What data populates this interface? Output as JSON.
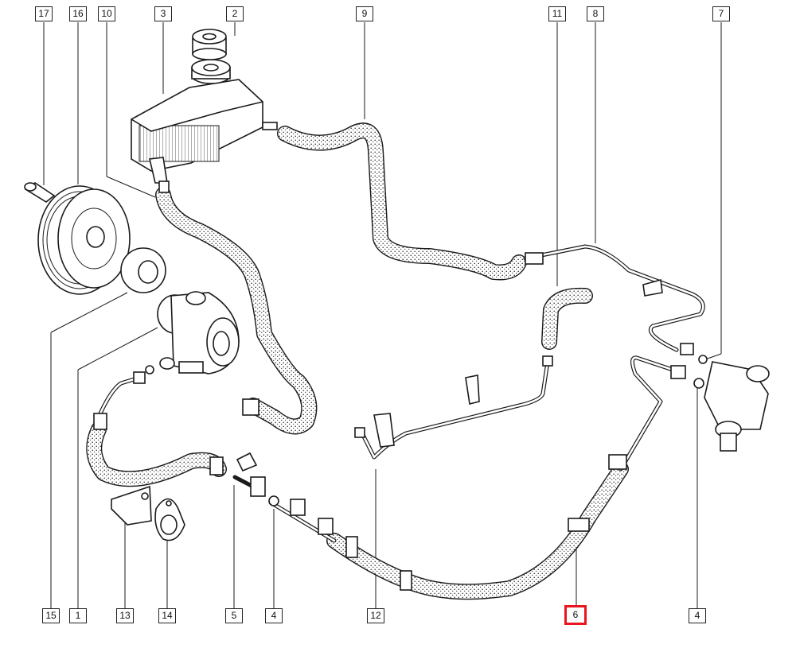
{
  "labels": {
    "l17": "17",
    "l16": "16",
    "l10": "10",
    "l3": "3",
    "l2": "2",
    "l9": "9",
    "l11": "11",
    "l8": "8",
    "l7": "7",
    "l15": "15",
    "l1": "1",
    "l13": "13",
    "l14": "14",
    "l5": "5",
    "l4a": "4",
    "l12": "12",
    "l6": "6",
    "l4b": "4"
  },
  "colors": {
    "highlight": "#e8141e",
    "line": "#1a1a1a",
    "background": "#ffffff"
  },
  "highlighted_label": "6"
}
